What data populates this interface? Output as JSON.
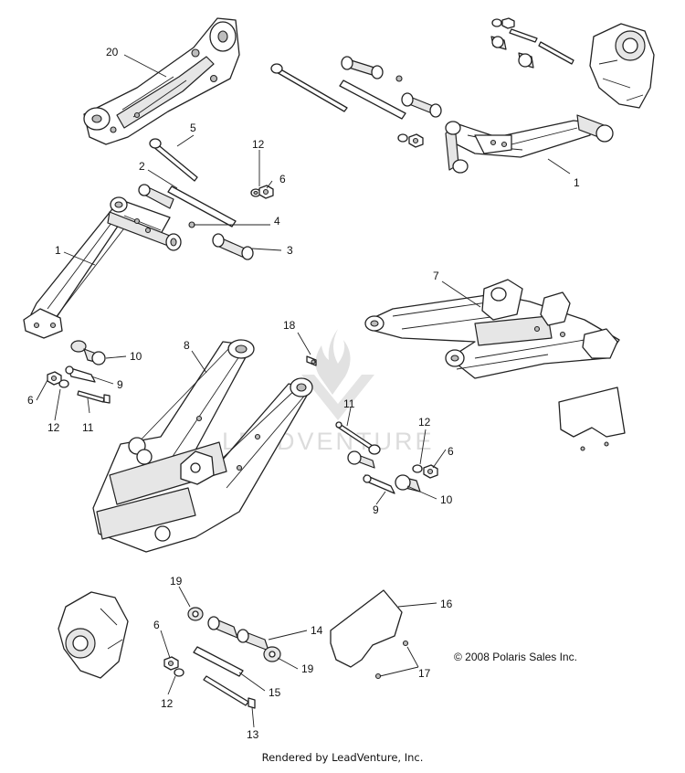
{
  "diagram": {
    "callouts": [
      {
        "id": "c20a",
        "text": "20"
      },
      {
        "id": "c5",
        "text": "5"
      },
      {
        "id": "c12a",
        "text": "12"
      },
      {
        "id": "c6a",
        "text": "6"
      },
      {
        "id": "c2",
        "text": "2"
      },
      {
        "id": "c4",
        "text": "4"
      },
      {
        "id": "c3",
        "text": "3"
      },
      {
        "id": "c1a",
        "text": "1"
      },
      {
        "id": "c1b",
        "text": "1"
      },
      {
        "id": "c7",
        "text": "7"
      },
      {
        "id": "c18",
        "text": "18"
      },
      {
        "id": "c8",
        "text": "8"
      },
      {
        "id": "c10a",
        "text": "10"
      },
      {
        "id": "c9a",
        "text": "9"
      },
      {
        "id": "c6b",
        "text": "6"
      },
      {
        "id": "c12b",
        "text": "12"
      },
      {
        "id": "c11a",
        "text": "11"
      },
      {
        "id": "c11b",
        "text": "11"
      },
      {
        "id": "c12c",
        "text": "12"
      },
      {
        "id": "c6c",
        "text": "6"
      },
      {
        "id": "c10b",
        "text": "10"
      },
      {
        "id": "c9b",
        "text": "9"
      },
      {
        "id": "c19a",
        "text": "19"
      },
      {
        "id": "c16",
        "text": "16"
      },
      {
        "id": "c14",
        "text": "14"
      },
      {
        "id": "c6d",
        "text": "6"
      },
      {
        "id": "c19b",
        "text": "19"
      },
      {
        "id": "c17",
        "text": "17"
      },
      {
        "id": "c15",
        "text": "15"
      },
      {
        "id": "c12d",
        "text": "12"
      },
      {
        "id": "c13",
        "text": "13"
      }
    ],
    "copyright": "© 2008 Polaris Sales Inc.",
    "watermark": "LEADVENTURE",
    "footer": "Rendered by LeadVenture, Inc."
  }
}
